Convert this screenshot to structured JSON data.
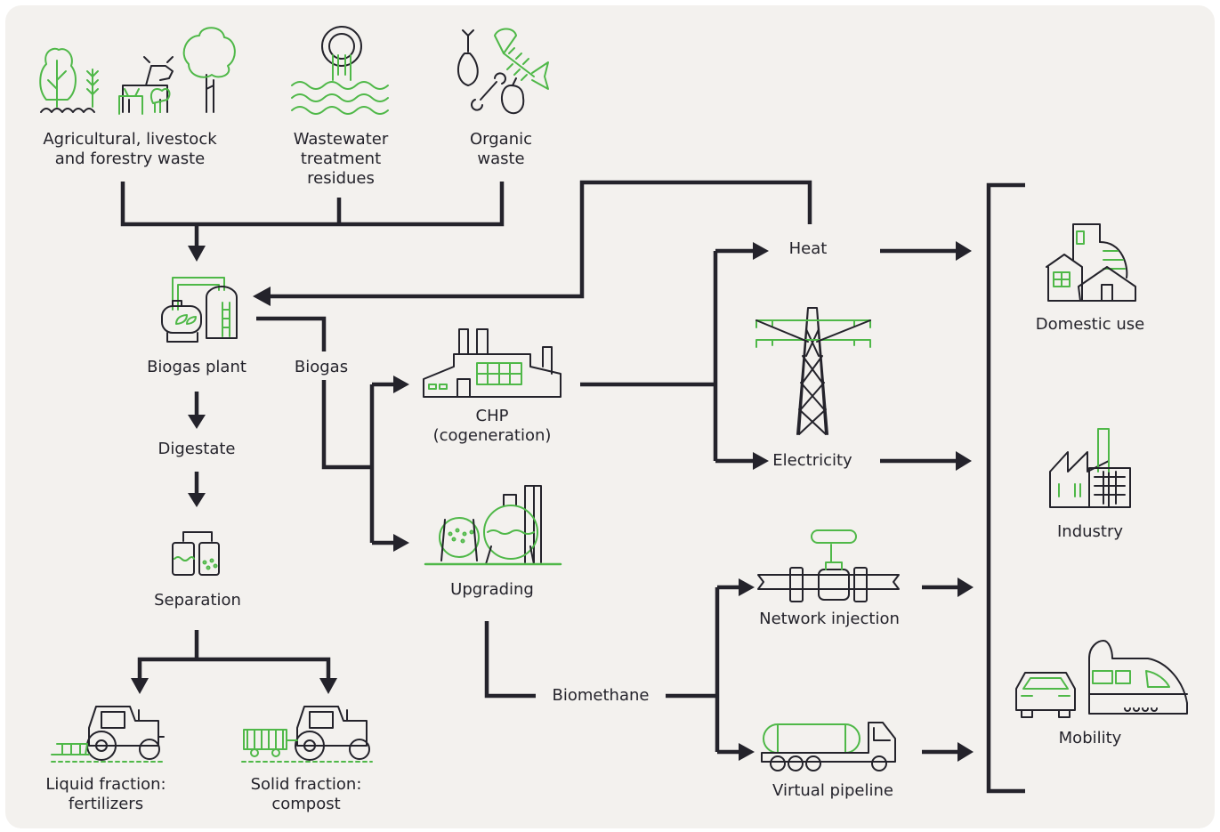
{
  "sources": {
    "agri": "Agricultural, livestock\nand forestry waste",
    "wastewater": "Wastewater\ntreatment\nresidues",
    "organic": "Organic\nwaste"
  },
  "process": {
    "biogas_plant": "Biogas plant",
    "biogas": "Biogas",
    "digestate": "Digestate",
    "separation": "Separation",
    "chp": "CHP\n(cogeneration)",
    "upgrading": "Upgrading",
    "biomethane": "Biomethane"
  },
  "outputs": {
    "heat": "Heat",
    "electricity": "Electricity",
    "network_injection": "Network injection",
    "virtual_pipeline": "Virtual pipeline",
    "liquid_fraction": "Liquid fraction:\nfertilizers",
    "solid_fraction": "Solid fraction:\ncompost"
  },
  "uses": {
    "domestic": "Domestic use",
    "industry": "Industry",
    "mobility": "Mobility"
  },
  "colors": {
    "ink": "#24232b",
    "accent": "#4fb848",
    "background": "#f3f1ee"
  }
}
